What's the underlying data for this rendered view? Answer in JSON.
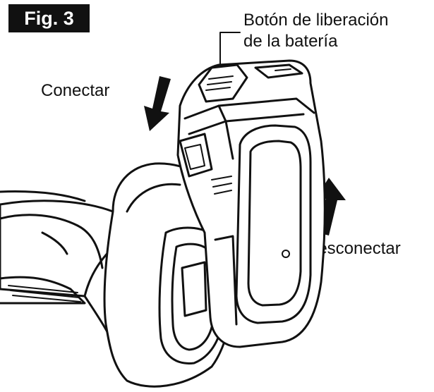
{
  "figure": {
    "badge": "Fig. 3"
  },
  "labels": {
    "release_button_line1": "Botón de liberación",
    "release_button_line2": "de la batería",
    "connect": "Conectar",
    "disconnect": "Desconectar"
  },
  "colors": {
    "ink": "#111111",
    "background": "#ffffff"
  }
}
